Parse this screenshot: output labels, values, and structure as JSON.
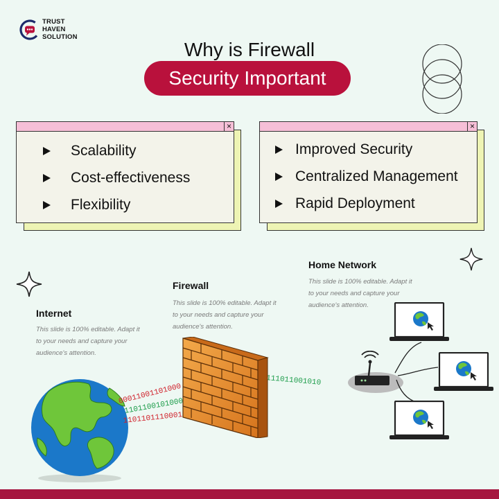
{
  "brand": {
    "line1": "TRUST",
    "line2": "HAVEN",
    "line3": "SOLUTION",
    "color": "#b9113c"
  },
  "title": {
    "line1": "Why is Firewall",
    "line2": "Security Important"
  },
  "panels": [
    {
      "items": [
        "Scalability",
        "Cost-effectiveness",
        "Flexibility"
      ],
      "close": "×"
    },
    {
      "items": [
        "Improved Security",
        "Centralized Management",
        "Rapid Deployment"
      ],
      "close": "×"
    }
  ],
  "nodes": {
    "internet": {
      "title": "Internet",
      "desc": "This slide is 100% editable. Adapt it to your needs and capture your audience's attention."
    },
    "firewall": {
      "title": "Firewall",
      "desc": "This slide is 100% editable. Adapt it to your needs and capture your audience's attention."
    },
    "home": {
      "title": "Home Network",
      "desc": "This slide is 100% editable. Adapt it to your needs and capture your audience's attention."
    }
  },
  "binary": {
    "red_line1": "00011001101000",
    "green_line1": "1101100101000",
    "red_line2": "11011011100011",
    "green_out": "111011001010"
  },
  "colors": {
    "accent": "#b9113c",
    "bits_red": "#d0202a",
    "bits_green": "#1c9c4a",
    "brick": "#e8902e"
  }
}
